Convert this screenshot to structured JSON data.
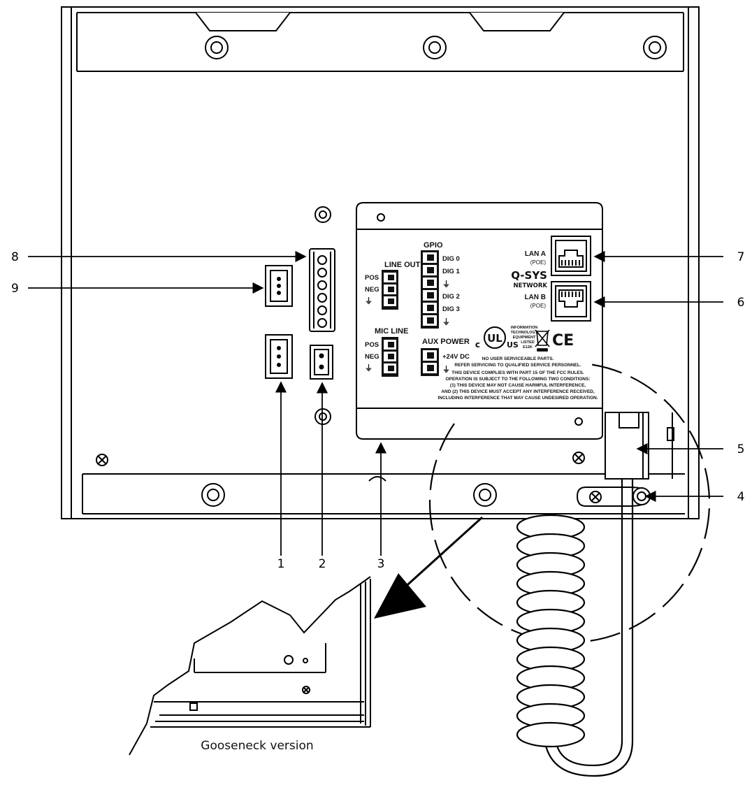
{
  "callouts": [
    "1",
    "2",
    "3",
    "4",
    "5",
    "6",
    "7",
    "8",
    "9"
  ],
  "panel": {
    "line_out": {
      "title": "LINE OUT",
      "pins": [
        "POS",
        "NEG",
        "⏚"
      ]
    },
    "mic_line": {
      "title": "MIC LINE",
      "pins": [
        "POS",
        "NEG",
        "⏚"
      ]
    },
    "gpio": {
      "title": "GPIO",
      "pins": [
        "DIG 0",
        "DIG 1",
        "⏚",
        "DIG 2",
        "DIG 3",
        "⏚"
      ]
    },
    "aux_power": {
      "title": "AUX POWER",
      "pins": [
        "+24V DC",
        "⏚"
      ]
    },
    "lan_a": {
      "name": "LAN A",
      "sub": "(POE)"
    },
    "lan_b": {
      "name": "LAN B",
      "sub": "(POE)"
    },
    "brand": {
      "name": "Q-SYS",
      "sub": "NETWORK"
    },
    "cert": {
      "ul_mark": "UL",
      "ul_c": "c",
      "ul_us": "US",
      "ite": [
        "INFORMATION",
        "TECHNOLOGY",
        "EQUIPMENT",
        "LISTED",
        "E12K"
      ],
      "ce": "CE"
    },
    "warning": [
      "NO USER SERVICEABLE PARTS.",
      "REFER SERVICING TO QUALIFIED SERVICE PERSONNEL.",
      "THIS DEVICE COMPLIES WITH PART 15 OF THE FCC RULES.",
      "OPERATION IS SUBJECT TO THE FOLLOWING TWO CONDITIONS:",
      "(1) THIS DEVICE MAY NOT CAUSE HARMFUL INTERFERENCE,",
      "AND (2) THIS DEVICE MUST ACCEPT ANY INTERFERENCE RECEIVED,",
      "INCLUDING INTERFERENCE THAT MAY CAUSE UNDESIRED OPERATION."
    ]
  },
  "caption": "Gooseneck version"
}
